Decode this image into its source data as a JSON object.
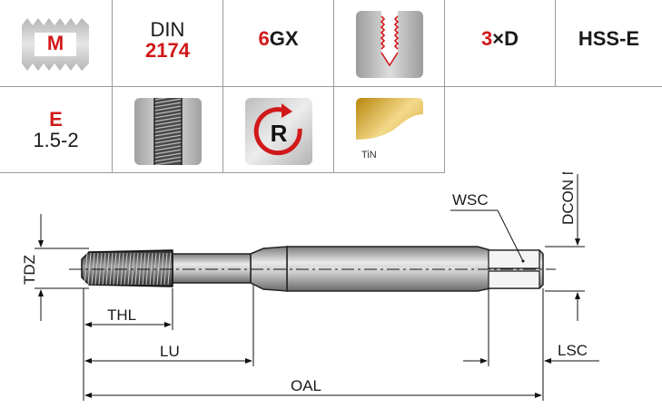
{
  "symbols": {
    "thread_type": "M",
    "standard_top": "DIN",
    "standard_bottom": "2174",
    "tolerance_num": "6",
    "tolerance_class": "GX",
    "depth_factor": "3",
    "depth_unit": "×D",
    "material": "HSS-E",
    "chamfer_form": "E",
    "chamfer_pitches": "1.5-2",
    "rotation_letter": "R",
    "coating": "TiN",
    "hole_type_icon": "blind-hole-icon",
    "thread_form_icon": "thread-form-icon",
    "rotation_icon": "right-hand-rotation-icon",
    "coating_icon": "tin-coating-icon"
  },
  "dimensions": {
    "thread_diameter": "TDZ",
    "thread_length": "THL",
    "usable_length": "LU",
    "overall_length": "OAL",
    "square_width": "WSC",
    "square_length": "LSC",
    "shank_diameter": "DCON MS"
  },
  "colors": {
    "accent_red": "#d01919",
    "grid_line": "#9a9a9a",
    "gold": "#d9a520"
  }
}
